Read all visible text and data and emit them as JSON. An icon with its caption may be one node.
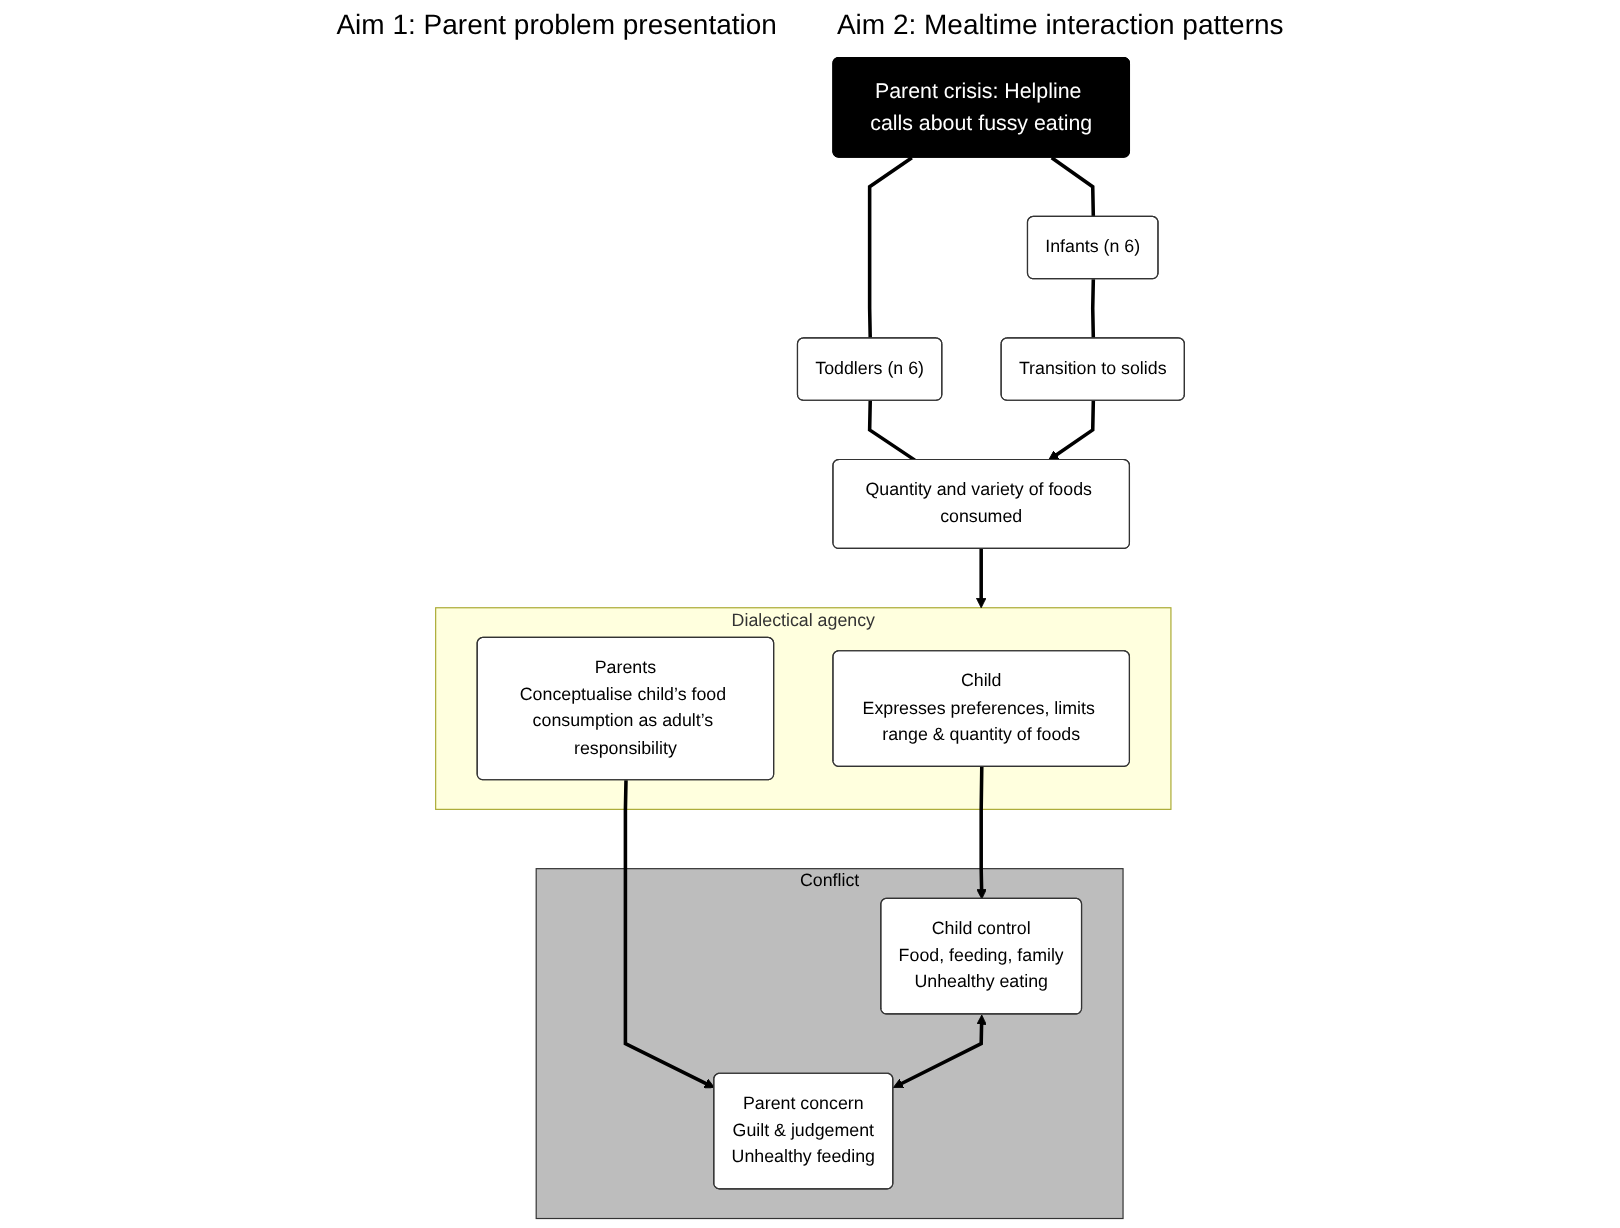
{
  "diagram": {
    "nodes": [
      {
        "text": [
          "Parent crisis: Helpline calls about fussy eating"
        ]
      },
      {
        "text": [
          "Infants (n 6)"
        ]
      },
      {
        "text": [
          "Toddlers (n 6)"
        ]
      },
      {
        "text": [
          "Transition to solids"
        ]
      },
      {
        "text": [
          "Quantity and variety of foods consumed"
        ]
      },
      {
        "text": [
          "Dialectical agency"
        ]
      },
      {
        "text": [
          "Child",
          "Expresses preferences, limits range & quantity of foods"
        ],
        "in": 5
      },
      {
        "text": [
          "Parents",
          "Conceptualise child’s food consumption as adult’s responsibility"
        ],
        "in": 5
      },
      {
        "text": [
          "Conflict"
        ]
      },
      {
        "text": [
          "Child control",
          "Food, feeding, family",
          "Unhealthy eating"
        ],
        "in": 8
      },
      {
        "text": [
          "Parent concern",
          "Guilt & judgement",
          "Unhealthy feeding"
        ],
        "in": 8
      }
    ],
    "edges": [
      {
        "from": 0,
        "to": 1,
        "arrow": "none"
      },
      {
        "from": 0,
        "to": 2,
        "arrow": "none"
      },
      {
        "from": 1,
        "to": 3,
        "arrow": "none"
      },
      {
        "from": 2,
        "to": 4,
        "arrow": "none"
      },
      {
        "from": 3,
        "to": 4,
        "arrow": "to"
      },
      {
        "from": 4,
        "to": 5,
        "arrow": "to"
      },
      {
        "from": 6,
        "to": 9,
        "arrow": "to"
      },
      {
        "from": 7,
        "to": 10,
        "arrow": "to"
      },
      {
        "from": 9,
        "to": 10,
        "arrow": "both"
      }
    ],
    "labels": [
      "Aim 1: Parent problem presentation",
      "Aim 2: Mealtime interaction patterns"
    ]
  }
}
